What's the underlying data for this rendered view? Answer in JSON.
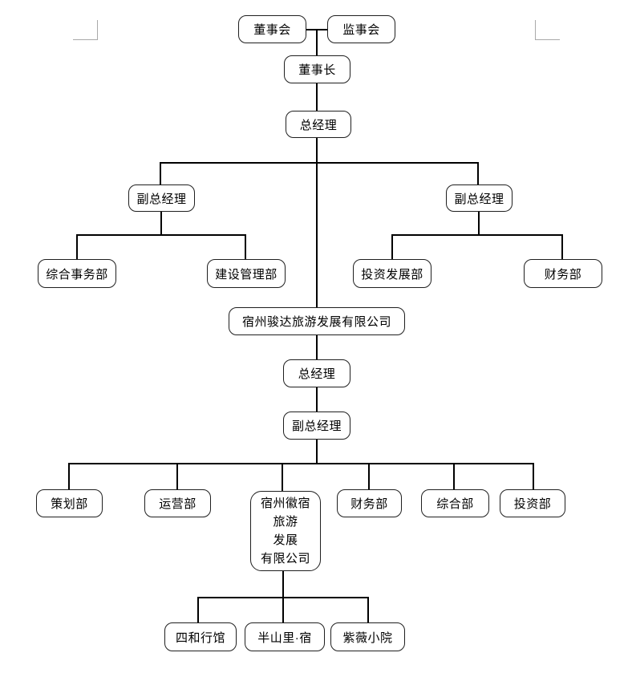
{
  "document": {
    "type": "organization-chart",
    "background_color": "#ffffff",
    "box_border_color": "#1f1f1f",
    "connector_color": "#000000",
    "page_corner_mark_color": "#a9a9a9"
  },
  "nodes": {
    "board": {
      "label": "董事会"
    },
    "supervisory_board": {
      "label": "监事会"
    },
    "chairman": {
      "label": "董事长"
    },
    "general_manager": {
      "label": "总经理"
    },
    "deputy_gm_left": {
      "label": "副总经理"
    },
    "deputy_gm_right": {
      "label": "副总经理"
    },
    "general_affairs_dept": {
      "label": "综合事务部"
    },
    "construction_mgmt_dept": {
      "label": "建设管理部"
    },
    "investment_dev_dept": {
      "label": "投资发展部"
    },
    "finance_dept": {
      "label": "财务部"
    },
    "junda_company": {
      "label": "宿州骏达旅游发展有限公司"
    },
    "junda_general_manager": {
      "label": "总经理"
    },
    "junda_deputy_gm": {
      "label": "副总经理"
    },
    "planning_dept": {
      "label": "策划部"
    },
    "operations_dept": {
      "label": "运营部"
    },
    "huisu_company": {
      "lines": [
        "宿州徽宿",
        "旅游",
        "发展",
        "有限公司"
      ]
    },
    "huisu_finance_dept": {
      "label": "财务部"
    },
    "comprehensive_dept": {
      "label": "综合部"
    },
    "investment_dept": {
      "label": "投资部"
    },
    "sihe_guesthouse": {
      "label": "四和行馆"
    },
    "banshanli_su": {
      "label": "半山里·宿"
    },
    "ziwei_courtyard": {
      "label": "紫薇小院"
    }
  },
  "edges": [
    {
      "from": "board",
      "to": "supervisory_board"
    },
    {
      "from": "board",
      "to": "chairman"
    },
    {
      "from": "chairman",
      "to": "general_manager"
    },
    {
      "from": "general_manager",
      "to": "deputy_gm_left"
    },
    {
      "from": "general_manager",
      "to": "deputy_gm_right"
    },
    {
      "from": "general_manager",
      "to": "junda_company"
    },
    {
      "from": "deputy_gm_left",
      "to": "general_affairs_dept"
    },
    {
      "from": "deputy_gm_left",
      "to": "construction_mgmt_dept"
    },
    {
      "from": "deputy_gm_right",
      "to": "investment_dev_dept"
    },
    {
      "from": "deputy_gm_right",
      "to": "finance_dept"
    },
    {
      "from": "junda_company",
      "to": "junda_general_manager"
    },
    {
      "from": "junda_general_manager",
      "to": "junda_deputy_gm"
    },
    {
      "from": "junda_deputy_gm",
      "to": "planning_dept"
    },
    {
      "from": "junda_deputy_gm",
      "to": "operations_dept"
    },
    {
      "from": "junda_deputy_gm",
      "to": "huisu_company"
    },
    {
      "from": "junda_deputy_gm",
      "to": "huisu_finance_dept"
    },
    {
      "from": "junda_deputy_gm",
      "to": "comprehensive_dept"
    },
    {
      "from": "junda_deputy_gm",
      "to": "investment_dept"
    },
    {
      "from": "huisu_company",
      "to": "sihe_guesthouse"
    },
    {
      "from": "huisu_company",
      "to": "banshanli_su"
    },
    {
      "from": "huisu_company",
      "to": "ziwei_courtyard"
    }
  ]
}
